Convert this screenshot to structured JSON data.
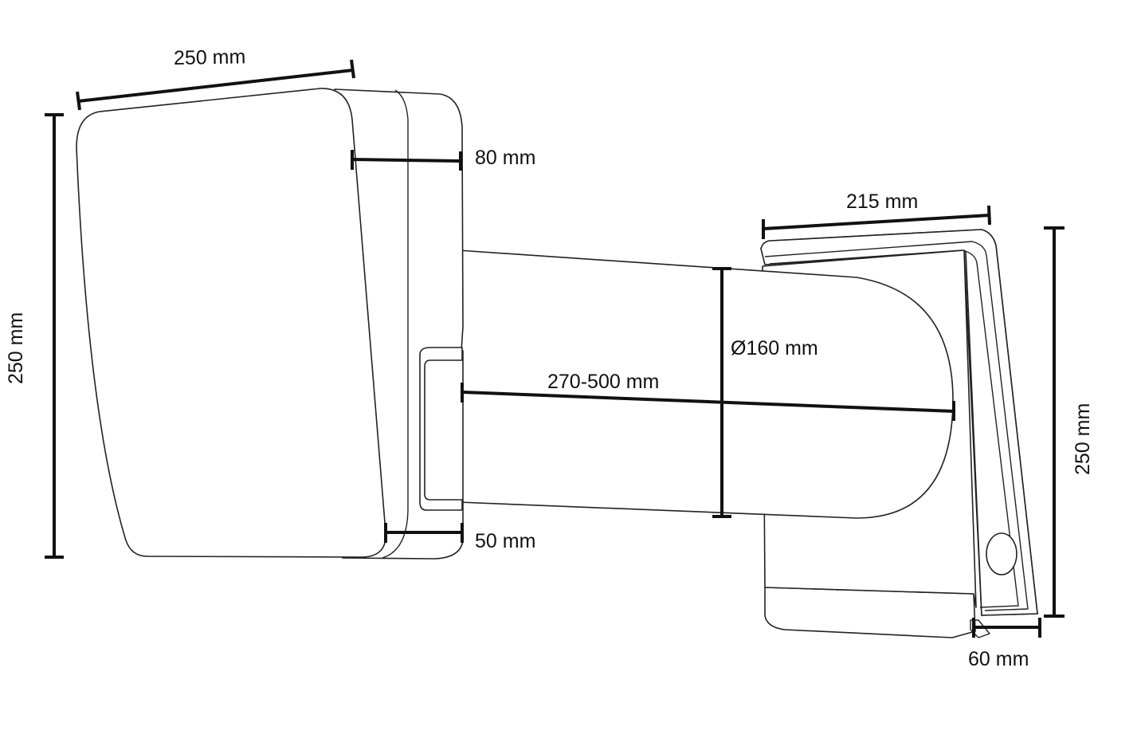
{
  "dimensions": {
    "front_width": "250 mm",
    "front_height": "250 mm",
    "front_depth": "80 mm",
    "front_base_depth": "50 mm",
    "duct_length": "270-500 mm",
    "duct_diameter": "Ø160 mm",
    "outer_width": "215 mm",
    "outer_height": "250 mm",
    "outer_depth": "60 mm"
  }
}
